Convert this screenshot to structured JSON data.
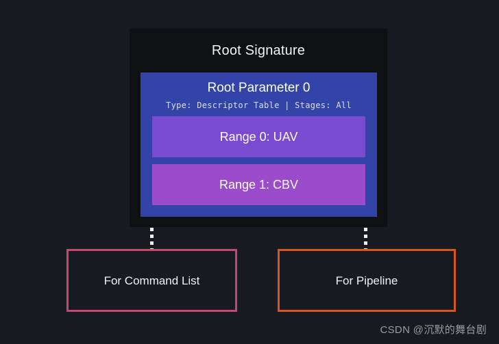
{
  "diagram": {
    "root_signature": {
      "title": "Root Signature",
      "parameter": {
        "title": "Root Parameter 0",
        "subtitle": "Type: Descriptor Table | Stages: All",
        "ranges": [
          {
            "label": "Range 0: UAV",
            "color": "#7a4bd0"
          },
          {
            "label": "Range 1: CBV",
            "color": "#9a4ccb"
          }
        ],
        "color": "#3344a8"
      },
      "panel_color": "#0e1013"
    },
    "targets": [
      {
        "label": "For Command List",
        "border_color": "#c4476d"
      },
      {
        "label": "For Pipeline",
        "border_color": "#d5551a"
      }
    ],
    "connectors": [
      {
        "style": "dotted",
        "color": "#f0f0f0"
      },
      {
        "style": "dotted",
        "color": "#f0f0f0"
      }
    ],
    "background_color": "#171a21"
  },
  "watermark": {
    "text": "CSDN @沉默的舞台剧"
  }
}
